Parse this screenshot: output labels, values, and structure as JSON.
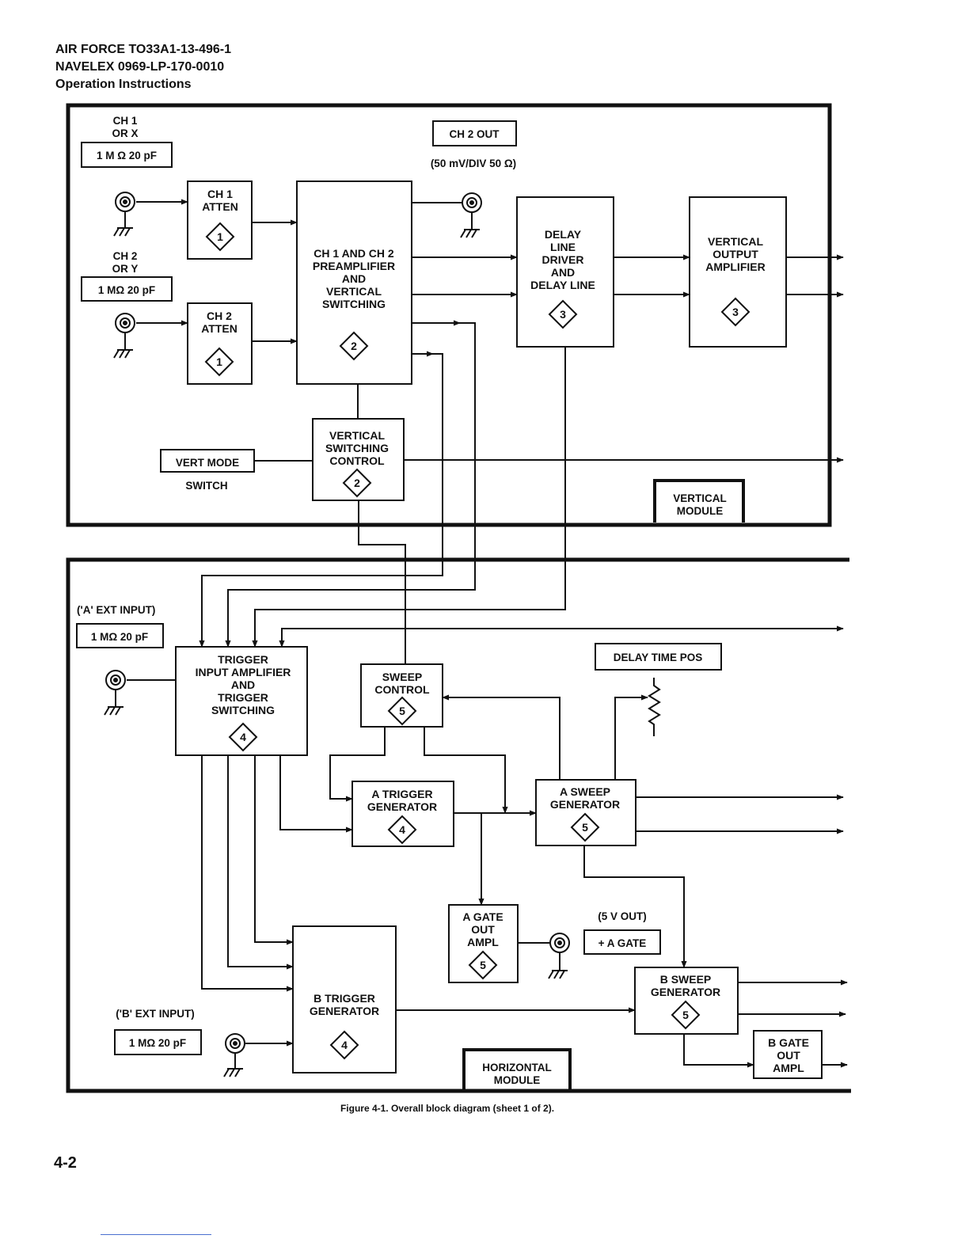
{
  "header": {
    "line1": "AIR FORCE  TO33A1-13-496-1",
    "line2": "NAVELEX  0969-LP-170-0010",
    "line3": "Operation Instructions"
  },
  "vertical_module": {
    "ch1_input": {
      "line1": "CH 1",
      "line2": "OR X",
      "impedance": "1 M Ω 20 pF"
    },
    "ch2_input": {
      "line1": "CH 2",
      "line2": "OR Y",
      "impedance": "1 MΩ 20 pF"
    },
    "ch1_atten": {
      "lines": [
        "CH 1",
        "ATTEN"
      ],
      "ref": "1"
    },
    "ch2_atten": {
      "lines": [
        "CH 2",
        "ATTEN"
      ],
      "ref": "1"
    },
    "preamp": {
      "lines": [
        "CH 1 AND CH 2",
        "PREAMPLIFIER",
        "AND",
        "VERTICAL",
        "SWITCHING"
      ],
      "ref": "2"
    },
    "ch2_out": {
      "label": "CH 2 OUT",
      "note": "(50 mV/DIV 50 Ω)"
    },
    "delay_line": {
      "lines": [
        "DELAY",
        "LINE",
        "DRIVER",
        "AND",
        "DELAY LINE"
      ],
      "ref": "3"
    },
    "vertical_output": {
      "lines": [
        "VERTICAL",
        "OUTPUT",
        "AMPLIFIER"
      ],
      "ref": "3"
    },
    "vert_switch_ctrl": {
      "lines": [
        "VERTICAL",
        "SWITCHING",
        "CONTROL"
      ],
      "ref": "2"
    },
    "vert_mode": {
      "label": "VERT MODE",
      "sub": "SWITCH"
    },
    "module_label": [
      "VERTICAL",
      "MODULE"
    ]
  },
  "horizontal_module": {
    "a_ext": {
      "label": "('A' EXT INPUT)",
      "impedance": "1 MΩ 20 pF"
    },
    "b_ext": {
      "label": "('B' EXT INPUT)",
      "impedance": "1 MΩ 20 pF"
    },
    "trigger_input": {
      "lines": [
        "TRIGGER",
        "INPUT AMPLIFIER",
        "AND",
        "TRIGGER",
        "SWITCHING"
      ],
      "ref": "4"
    },
    "sweep_control": {
      "lines": [
        "SWEEP",
        "CONTROL"
      ],
      "ref": "5"
    },
    "delay_time_pos": {
      "label": "DELAY TIME POS"
    },
    "a_trigger": {
      "lines": [
        "A TRIGGER",
        "GENERATOR"
      ],
      "ref": "4"
    },
    "a_sweep": {
      "lines": [
        "A SWEEP",
        "GENERATOR"
      ],
      "ref": "5"
    },
    "a_gate_out": {
      "lines": [
        "A GATE",
        "OUT",
        "AMPL"
      ],
      "ref": "5"
    },
    "a_gate_jack": {
      "note": "(5 V OUT)",
      "label": "+ A GATE"
    },
    "b_trigger": {
      "lines": [
        "B TRIGGER",
        "GENERATOR"
      ],
      "ref": "4"
    },
    "b_sweep": {
      "lines": [
        "B SWEEP",
        "GENERATOR"
      ],
      "ref": "5"
    },
    "b_gate_out": {
      "lines": [
        "B GATE",
        "OUT",
        "AMPL"
      ]
    },
    "module_label": [
      "HORIZONTAL",
      "MODULE"
    ]
  },
  "caption": "Figure 4-1. Overall block diagram (sheet 1 of 2).",
  "page_number": "4-2"
}
